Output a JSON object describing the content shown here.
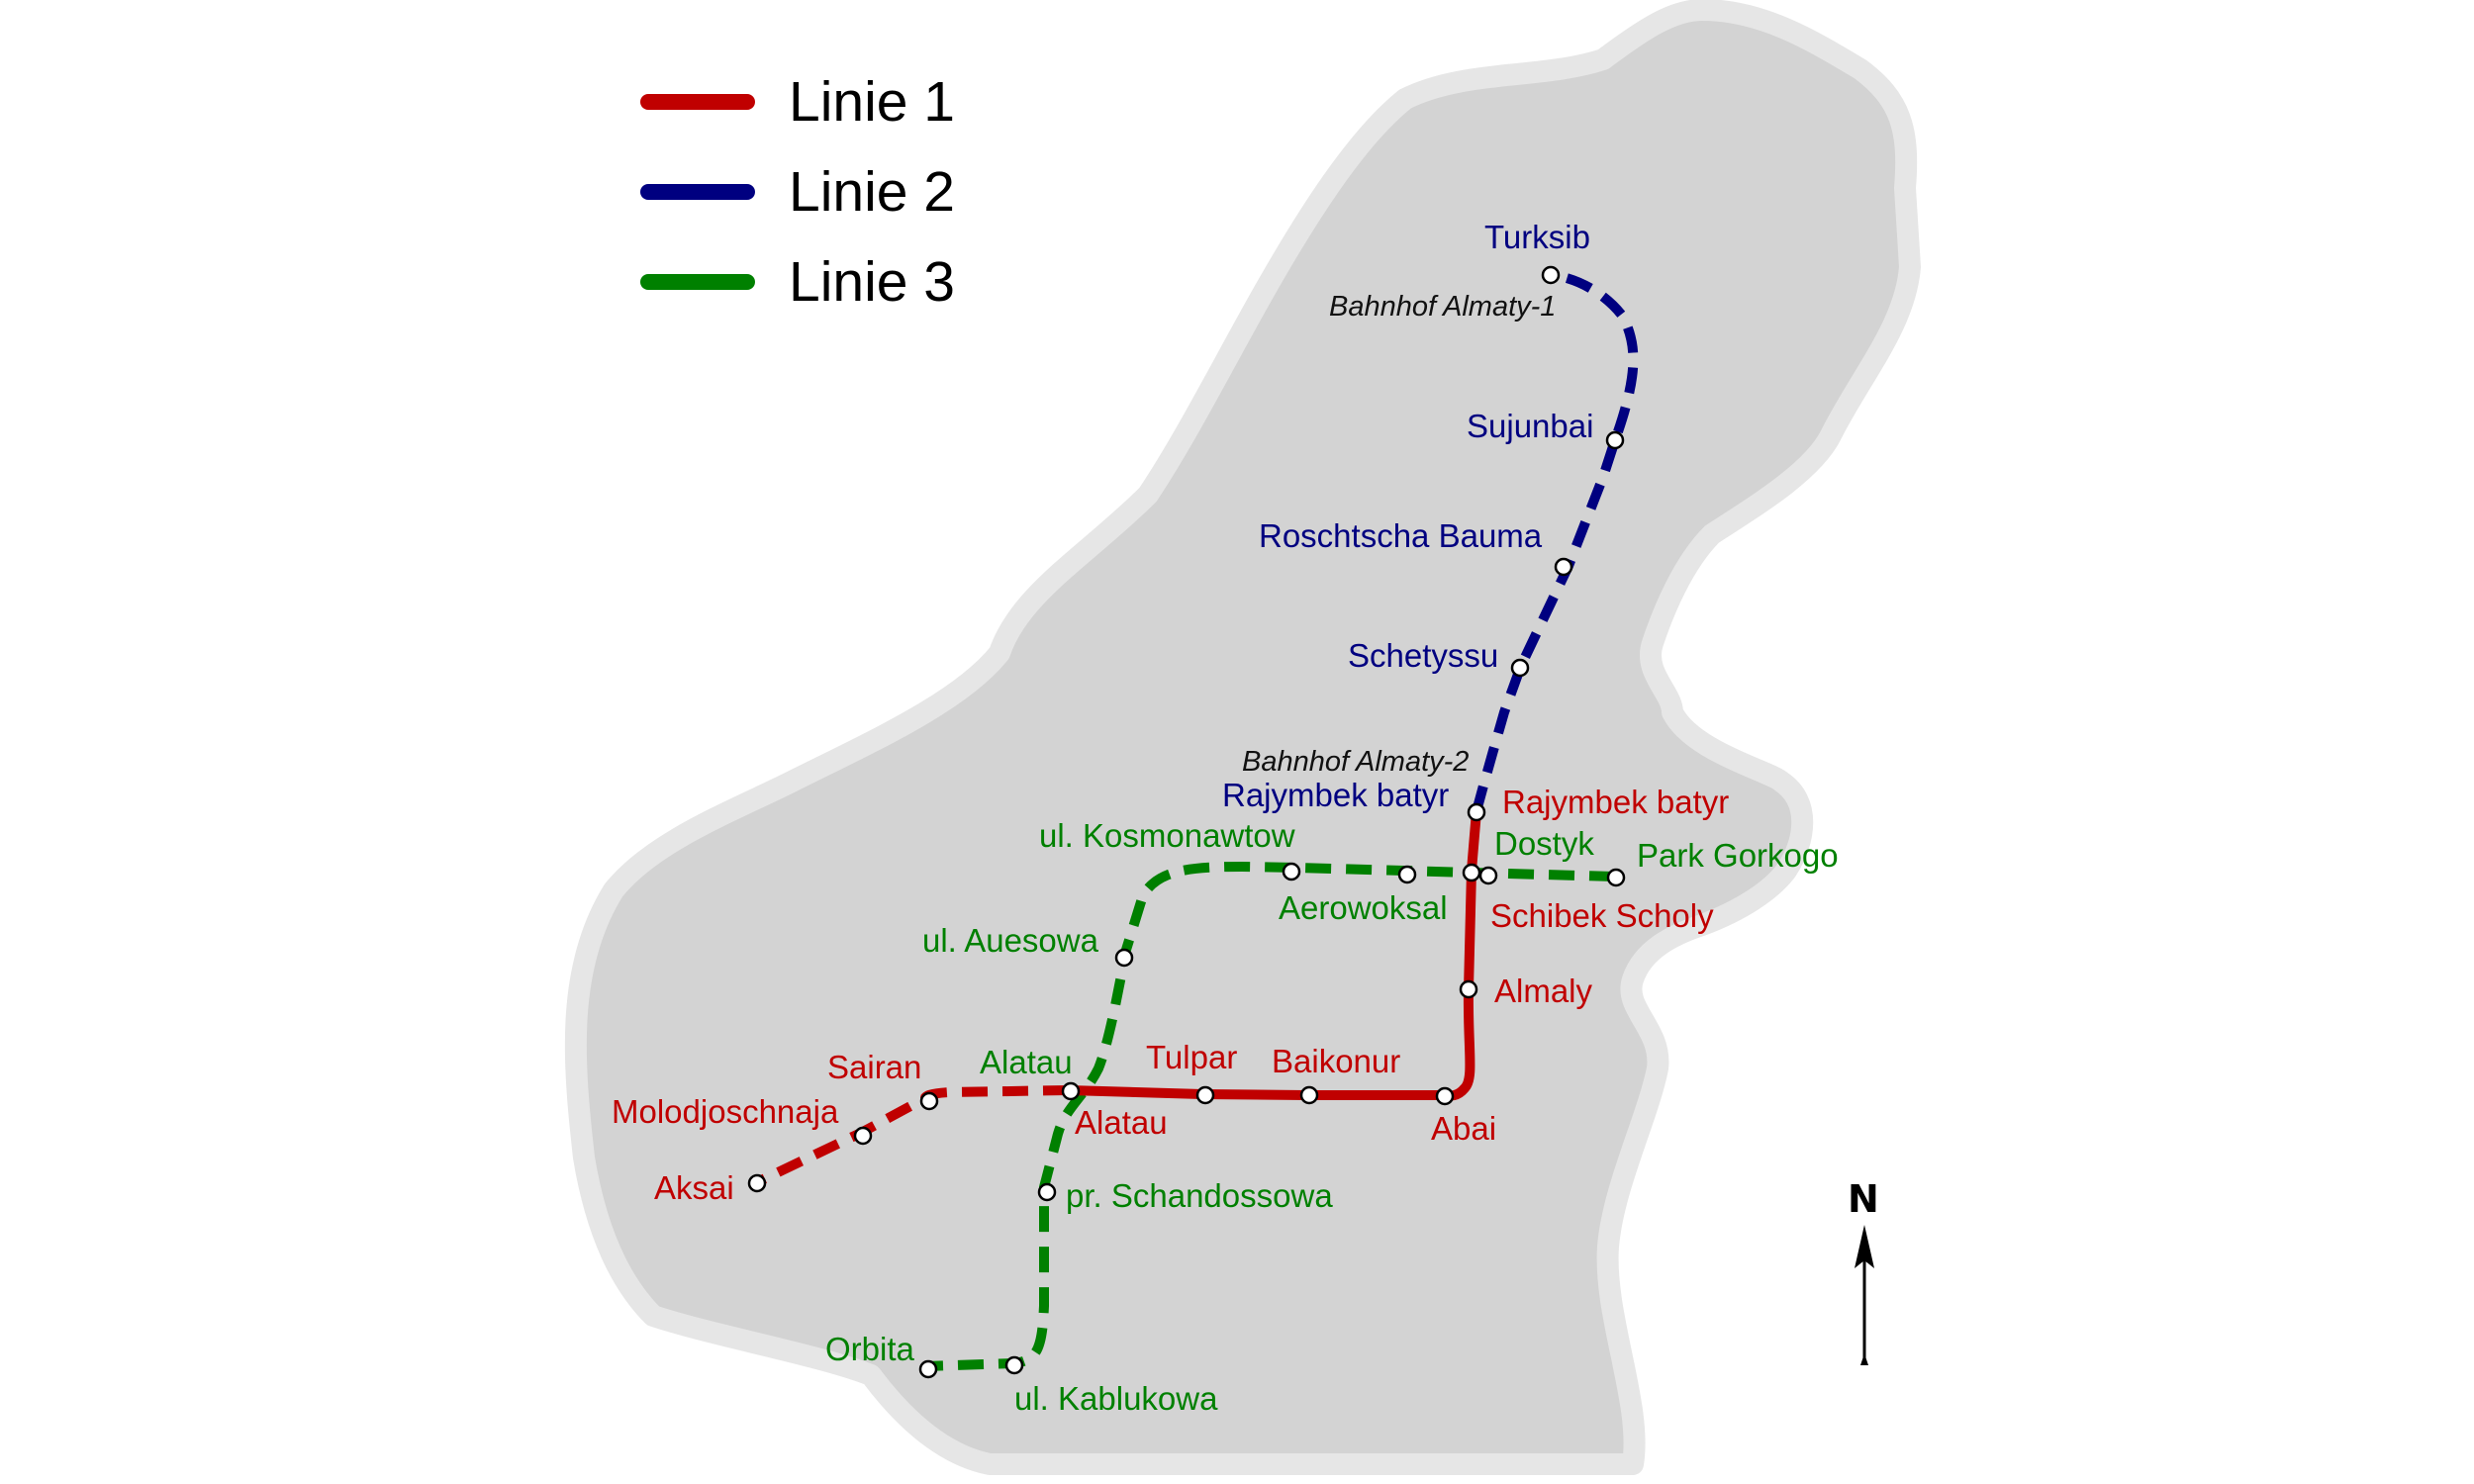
{
  "legend": [
    {
      "label": "Linie 1",
      "color": "#c00000"
    },
    {
      "label": "Linie 2",
      "color": "#000080"
    },
    {
      "label": "Linie 3",
      "color": "#008000"
    }
  ],
  "colors": {
    "line1": "#c00000",
    "line2": "#000080",
    "line3": "#008000",
    "land": "#d3d3d3",
    "land_border": "#e6e6e6"
  },
  "north": {
    "label": "N"
  },
  "notes": {
    "almaty1": "Bahnhof Almaty-1",
    "almaty2": "Bahnhof Almaty-2"
  },
  "stations": {
    "line2": {
      "turksib": "Turksib",
      "sujunbai": "Sujunbai",
      "roschtscha_bauma": "Roschtscha Bauma",
      "schetyssu": "Schetyssu",
      "rajymbek_batyr": "Rajymbek batyr"
    },
    "line1": {
      "rajymbek_batyr": "Rajymbek batyr",
      "schibek_scholy": "Schibek Scholy",
      "almaly": "Almaly",
      "abai": "Abai",
      "baikonur": "Baikonur",
      "tulpar": "Tulpar",
      "alatau": "Alatau",
      "sairan": "Sairan",
      "molodjoschnaja": "Molodjoschnaja",
      "aksai": "Aksai"
    },
    "line3": {
      "dostyk": "Dostyk",
      "park_gorkogo": "Park Gorkogo",
      "aerowoksal": "Aerowoksal",
      "kosmonawtow": "ul. Kosmonawtow",
      "auesowa": "ul. Auesowa",
      "alatau": "Alatau",
      "schandossowa": "pr. Schandossowa",
      "orbita": "Orbita",
      "kablukowa": "ul. Kablukowa"
    }
  }
}
